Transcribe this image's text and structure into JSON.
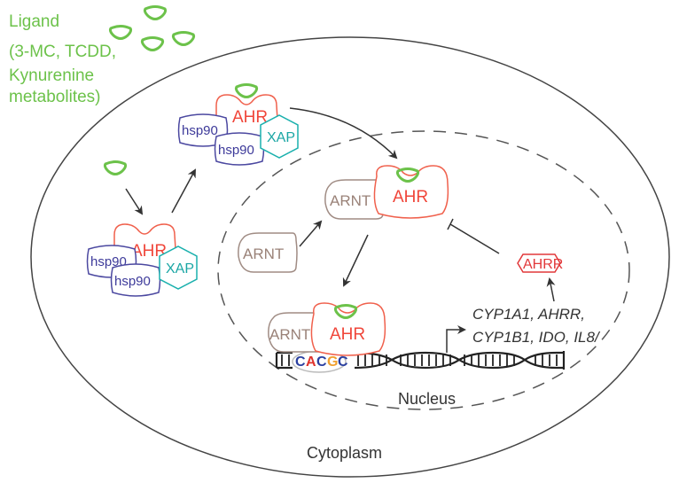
{
  "ligand_label": {
    "line1": "Ligand",
    "line2": "(3-MC, TCDD,",
    "line3": "Kynurenine",
    "line4": "metabolites)"
  },
  "proteins": {
    "ahr": "AHR",
    "hsp90": "hsp90",
    "xap": "XAP",
    "arnt": "ARNT",
    "ahrr": "AHRR"
  },
  "dna_motif": [
    {
      "base": "C",
      "color": "#2a3fa0"
    },
    {
      "base": "A",
      "color": "#e0342e"
    },
    {
      "base": "C",
      "color": "#2a3fa0"
    },
    {
      "base": "G",
      "color": "#f0a030"
    },
    {
      "base": "C",
      "color": "#2a3fa0"
    }
  ],
  "target_genes": {
    "line1": "CYP1A1, AHRR,",
    "line2": "CYP1B1, IDO, IL8/"
  },
  "regions": {
    "nucleus": "Nucleus",
    "cytoplasm": "Cytoplasm"
  },
  "colors": {
    "ligand": "#6cc24a",
    "ahr": "#f0463a",
    "hsp90": "#3d3a9a",
    "xap": "#1aa6a4",
    "arnt": "#9a8278",
    "ahrr": "#e2383a"
  }
}
